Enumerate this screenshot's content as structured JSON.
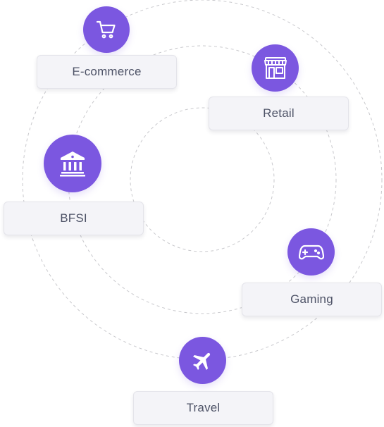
{
  "industries": [
    {
      "label": "E-commerce",
      "icon": "shopping-cart-icon"
    },
    {
      "label": "Retail",
      "icon": "storefront-icon"
    },
    {
      "label": "BFSI",
      "icon": "bank-icon"
    },
    {
      "label": "Gaming",
      "icon": "gamepad-icon"
    },
    {
      "label": "Travel",
      "icon": "airplane-icon"
    }
  ],
  "colors": {
    "accent": "#7b57e0",
    "chip_background": "#f4f4f8",
    "chip_text": "#4d5266",
    "ring_stroke": "#c8c8cc"
  }
}
